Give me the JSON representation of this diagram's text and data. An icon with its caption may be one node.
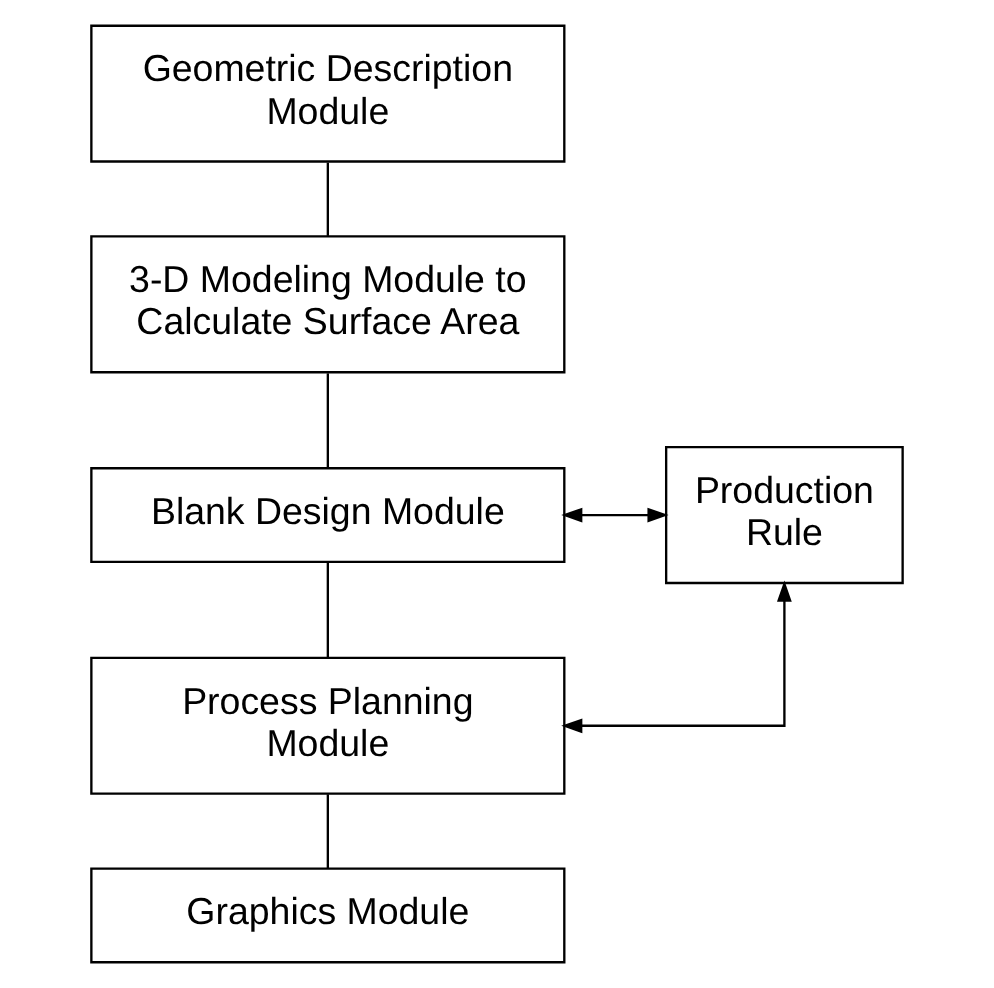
{
  "diagram": {
    "nodes": [
      {
        "text": [
          "Geometric Description Module"
        ]
      },
      {
        "text": [
          "3-D Modeling Module to Calculate Surface Area"
        ]
      },
      {
        "text": [
          "Blank Design Module"
        ]
      },
      {
        "text": [
          "Process Planning Module"
        ]
      },
      {
        "text": [
          "Graphics Module"
        ]
      },
      {
        "text": [
          "Production Rule"
        ]
      }
    ],
    "edges": [
      {
        "from": 0,
        "to": 1,
        "arrow": "none"
      },
      {
        "from": 1,
        "to": 2,
        "arrow": "none"
      },
      {
        "from": 2,
        "to": 3,
        "arrow": "none"
      },
      {
        "from": 3,
        "to": 4,
        "arrow": "none"
      },
      {
        "from": 2,
        "to": 5,
        "arrow": "both"
      },
      {
        "from": 3,
        "to": 5,
        "arrow": "both"
      }
    ]
  }
}
